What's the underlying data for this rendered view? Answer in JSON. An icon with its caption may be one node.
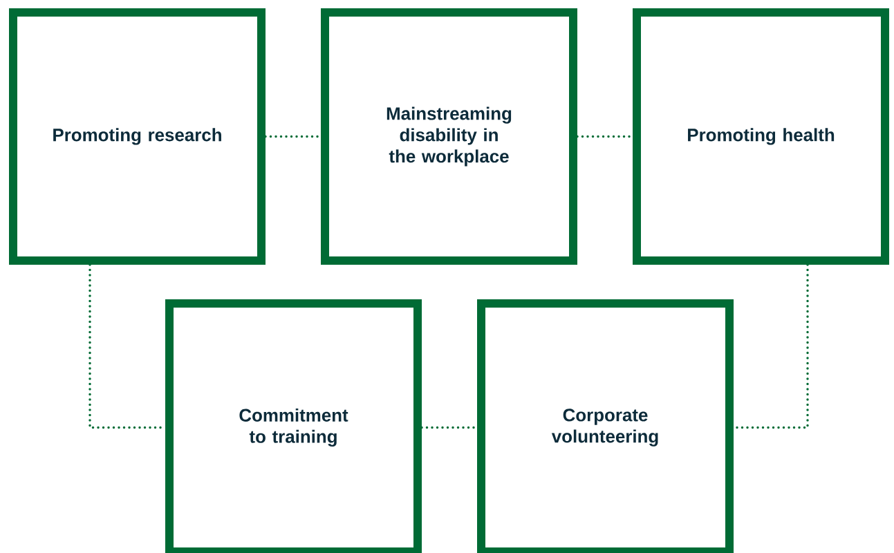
{
  "diagram": {
    "nodes": [
      {
        "text": [
          "Promoting research"
        ]
      },
      {
        "text": [
          "Mainstreaming disability in the workplace"
        ]
      },
      {
        "text": [
          "Promoting health"
        ]
      },
      {
        "text": [
          "Commitment to training"
        ]
      },
      {
        "text": [
          "Corporate volunteering"
        ]
      }
    ],
    "edges": [
      {
        "from": 0,
        "to": 1,
        "arrow": "none"
      },
      {
        "from": 1,
        "to": 2,
        "arrow": "none"
      },
      {
        "from": 0,
        "to": 3,
        "arrow": "none"
      },
      {
        "from": 3,
        "to": 4,
        "arrow": "none"
      },
      {
        "from": 2,
        "to": 4,
        "arrow": "none"
      }
    ]
  }
}
